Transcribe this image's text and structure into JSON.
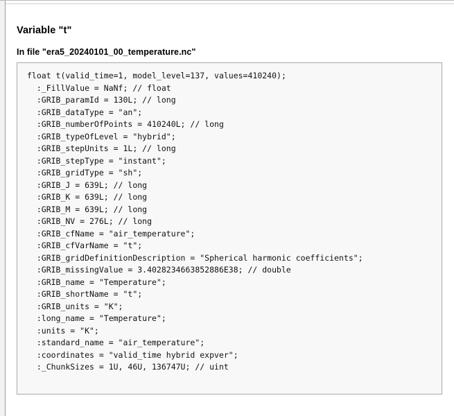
{
  "window": {
    "left_gutter_icon": "panel-divider",
    "background_color": "#ffffff",
    "code_background_color": "#f8f8f8",
    "code_border_color": "#a8a8a8"
  },
  "header": {
    "title": "Variable \"t\"",
    "file_label": "In file \"era5_20240101_00_temperature.nc\""
  },
  "code_block": {
    "language": "cdl",
    "lines": [
      "float t(valid_time=1, model_level=137, values=410240);",
      "  :_FillValue = NaNf; // float",
      "  :GRIB_paramId = 130L; // long",
      "  :GRIB_dataType = \"an\";",
      "  :GRIB_numberOfPoints = 410240L; // long",
      "  :GRIB_typeOfLevel = \"hybrid\";",
      "  :GRIB_stepUnits = 1L; // long",
      "  :GRIB_stepType = \"instant\";",
      "  :GRIB_gridType = \"sh\";",
      "  :GRIB_J = 639L; // long",
      "  :GRIB_K = 639L; // long",
      "  :GRIB_M = 639L; // long",
      "  :GRIB_NV = 276L; // long",
      "  :GRIB_cfName = \"air_temperature\";",
      "  :GRIB_cfVarName = \"t\";",
      "  :GRIB_gridDefinitionDescription = \"Spherical harmonic coefficients\";",
      "  :GRIB_missingValue = 3.4028234663852886E38; // double",
      "  :GRIB_name = \"Temperature\";",
      "  :GRIB_shortName = \"t\";",
      "  :GRIB_units = \"K\";",
      "  :long_name = \"Temperature\";",
      "  :units = \"K\";",
      "  :standard_name = \"air_temperature\";",
      "  :coordinates = \"valid_time hybrid expver\";",
      "  :_ChunkSizes = 1U, 46U, 136747U; // uint"
    ]
  }
}
